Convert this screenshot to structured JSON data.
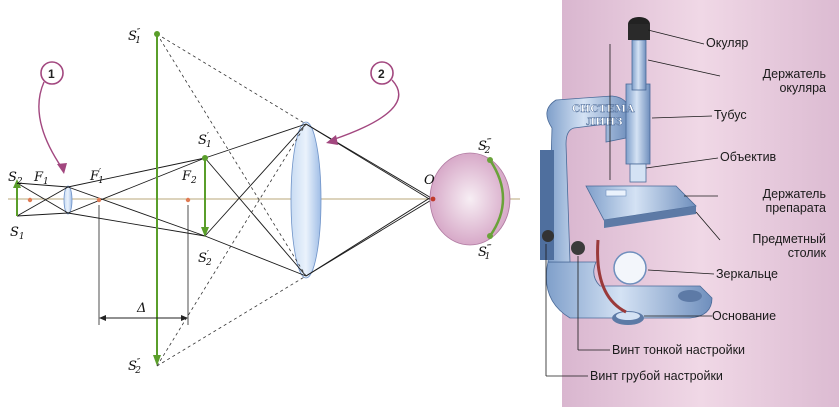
{
  "optics": {
    "labels": {
      "S2": "S",
      "S2_sub": "2",
      "F1": "F",
      "F1_sub": "1",
      "S1": "S",
      "S1_sub": "1",
      "F1p": "F",
      "F1p_sub": "1",
      "F1p_mark": "′",
      "S1pp": "S",
      "S1pp_sub": "1",
      "S1pp_mark": "″",
      "S1p": "S",
      "S1p_sub": "1",
      "S1p_mark": "′",
      "F2": "F",
      "F2_sub": "2",
      "S2p": "S",
      "S2p_sub": "2",
      "S2p_mark": "′",
      "S2pp": "S",
      "S2pp_sub": "2",
      "S2pp_mark": "″",
      "O": "O",
      "S2ppp": "S",
      "S2ppp_sub": "2",
      "S2ppp_mark": "‴",
      "S1ppp": "S",
      "S1ppp_sub": "1",
      "S1ppp_mark": "‴",
      "delta": "Δ"
    },
    "callouts": {
      "one": "1",
      "two": "2"
    }
  },
  "microscope": {
    "system_label": [
      "СИСТЕМА",
      "ЛИНЗ"
    ],
    "parts": [
      {
        "lines": [
          "Окуляр"
        ]
      },
      {
        "lines": [
          "Держатель",
          "окуляра"
        ]
      },
      {
        "lines": [
          "Тубус"
        ]
      },
      {
        "lines": [
          "Объектив"
        ]
      },
      {
        "lines": [
          "Держатель",
          "препарата"
        ]
      },
      {
        "lines": [
          "Предметный",
          "столик"
        ]
      },
      {
        "lines": [
          "Зеркальце"
        ]
      },
      {
        "lines": [
          "Основание"
        ]
      },
      {
        "lines": [
          "Винт тонкой настройки"
        ]
      },
      {
        "lines": [
          "Винт грубой настройки"
        ]
      }
    ],
    "colors": {
      "panel": "#e8c9dc",
      "metal": "#9bb7dc",
      "dark": "#2a2a2a"
    }
  }
}
